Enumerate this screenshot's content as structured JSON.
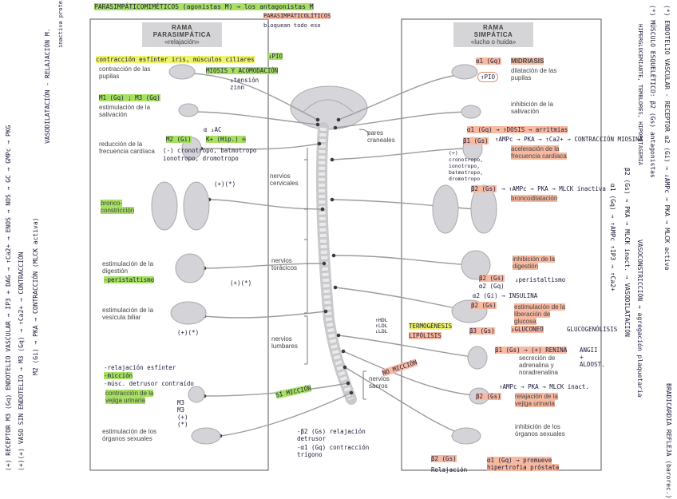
{
  "top_note": "PARASIMPÁTICOMIMÉTICOS (agonistas M) → los antagonistas M",
  "top_note2": "PARASIMPÁTICOLÍTICOS",
  "top_note3": "bloquean todo eso",
  "para_header": {
    "title1": "RAMA",
    "title2": "PARASIMPÁTICA",
    "subtitle": "«relajación»"
  },
  "symp_header": {
    "title1": "RAMA",
    "title2": "SIMPÁTICA",
    "subtitle": "«lucha o huida»"
  },
  "center": {
    "pares_craneales": "pares\ncraneales",
    "nervios_cervicales": "nervios\ncervicales",
    "nervios_toracicos": "nervios\ntorácicos",
    "nervios_lumbares": "nervios\nlumbares",
    "nervios_sacros": "nervios\nsacros",
    "no_miccion": "NO MICCIÓN",
    "si_miccion": "SÍ MICCIÓN",
    "relax1": "-β2 (Gs) relajación detrusor",
    "relax2": "-α1 (Gq) contracción trígono",
    "hdl": "↑HDL ↑LDL ↓LDL",
    "termo": "TERMOGÉNESIS",
    "lipolisis": "LIPÓLISIS",
    "b3": "β3 (Gs)"
  },
  "para": {
    "pupil": "contracción de las pupilas",
    "pupil_note": "contracción esfínter iris, músculos ciliares",
    "pio": "↓PIO",
    "miosis": "MIOSIS Y ACOMODACIÓN",
    "tension": "↓tensión zinn",
    "saliva": "estimulación de la salivación",
    "saliva_rec": "M1 (Gq) ; M3 (Gq)",
    "heart": "reducción de la frecuencia cardíaca",
    "heart_rec": "M2 (Gi)",
    "heart_ac": "α ↓AC",
    "heart_k": "K+ (Hip.) ⊙",
    "heart_neg": "(-) cronotropo, batmotropo",
    "heart_neg2": "ionotropo, dromotropo",
    "broncho": "bronco- constricción",
    "lung_pm": "(+)(*)",
    "digest": "estimulación de la digestión",
    "peristal": "-peristaltismo",
    "digest_pm": "(+)(*)",
    "gall": "estimulación de la vesícula biliar",
    "gall_pm": "(+)(*)",
    "bladder1": "-relajación esfínter",
    "bladder2": "-micción",
    "bladder3": "-músc. detrusor contraído",
    "bladder4": "contracción de la vejiga urinaria",
    "bladder_rec": "M3 M3 (+)(*)",
    "sex": "estimulación de los órganos sexuales"
  },
  "symp": {
    "pupil_rec": "α1 (Gq)",
    "midriasis": "MIDRIASIS",
    "pupil": "dilatación de las pupilas",
    "pio": "↑PIO",
    "saliva": "inhibición de la salivación",
    "heart_rec": "β1 (Gs)",
    "heart_dose": "α1 (Gq) → ↑DOSIS → arritmias",
    "heart_camp": "↑AMPc → PKA → ↑Ca2+ → CONTRACCIÓN MIOSINA",
    "heart": "aceleración de la frecuencia cardíaca",
    "heart_pos": "(+) cronotropo, ionotropo, batmotropo, dromotropo",
    "lung_rec": "β2 (Gs)",
    "lung_chain": "→ ↑AMPc → PKA → MLCK inactiva",
    "broncho": "broncodilatación",
    "digest": "inhibición de la digestión",
    "peristal": "↓peristaltismo",
    "digest_rec1": "β2 (Gs)",
    "digest_rec2": "α2 (Gq)",
    "liver_rec1": "α2 (Gi) → INSULINA",
    "liver_rec2": "β2 (Gs)",
    "liver": "estimulación de la liberación de glucosa",
    "gluconeo": "↓GLUCONEO",
    "glucoge": "GLUCOGENÓLISIS",
    "renin": "β1 (Gs) → (+) RENINA",
    "angio": "ANGII + ALDOST.",
    "adrenal": "secreción de adrenalina y noradrenalina",
    "bladder_rec": "β2 (Gs)",
    "bladder_chain": "↑AMPc → PKA → MLCK inact.",
    "bladder": "relajación de la vejiga urinaria",
    "sex": "inhibición de los órganos sexuales",
    "sex_rec": "β2 (Gs)",
    "relajacion": "Relajación",
    "prostata": "α1 (Gq) → promueve hipertrofia próstata"
  },
  "left_margin": {
    "col1": "(+) RECEPTOR M3 (Gq) ENDOTELIO VASCULAR → IP3 + DAG → ↑Ca2+ → ENOS → NOS → GC → GMPc → PKG",
    "col1b": "(+)(+) VASO SIN ENDOTELIO → M3 (Gq) → ↑Ca2+ → CONTRACCIÓN",
    "col1c": "M2 (Gi) → PKA → CONTRACCIÓN (MLCK activa)",
    "col2": "VASODILATACIÓN - RELAJACIÓN M.",
    "col3": "inactiva proteína contráctil"
  },
  "right_margin": {
    "col1": "(*) ENDOTELIO VASCULAR - RECEPTOR α2 (Gi) → ↓AMPc → PKA → MLCK activa",
    "col2": "(*) MÚSCULO ESQUELÉTICO: β2 (Gs) antagonistas",
    "col3": "HIPERGLUCEMIANTE, TEMBLORES, HIPOPOTASEMIA",
    "col4": "β2 (Gs) → PKA → MLCK inact. → VASODILATACIÓN",
    "col5": "α1 (Gq) → ↑AMPc ↑IP3 → ↑Ca2+",
    "col6": "VASOCONSTRICCIÓN → agregación plaquetaria",
    "col7": "BRADICARDIA REFLEJA (barorec.)"
  }
}
